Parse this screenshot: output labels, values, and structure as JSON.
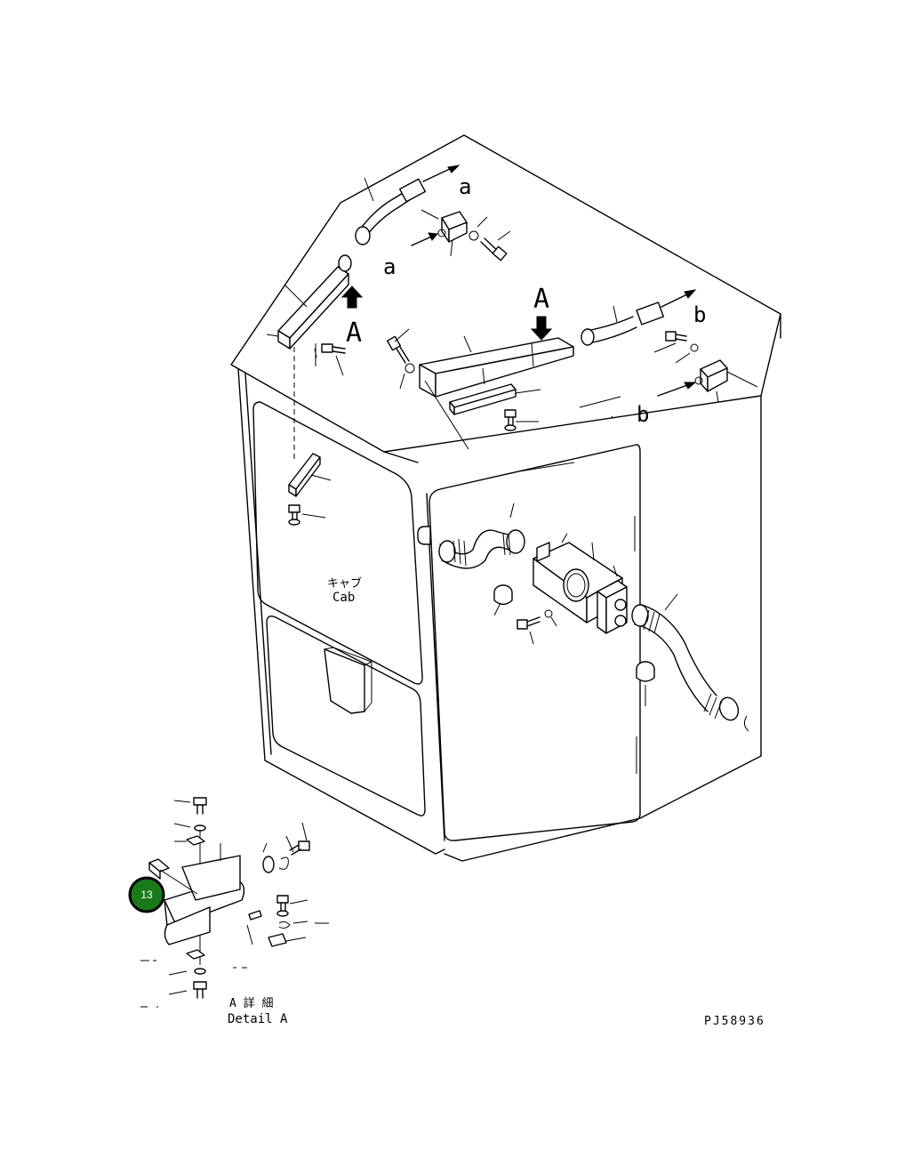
{
  "labels": {
    "a_top": "a",
    "a_mid": "a",
    "A_left": "A",
    "A_right": "A",
    "b_top": "b",
    "b_mid": "b",
    "cab_jp": "キャブ",
    "cab_en": "Cab",
    "detail_jp": "A 詳 細",
    "detail_en": "Detail A",
    "drawing_no": "PJ58936"
  },
  "callouts": [
    {
      "number": "13",
      "color": "#1a7a1a",
      "border": "#000000"
    }
  ],
  "icons": {
    "arrow_up": "arrow-up-icon",
    "arrow_down": "arrow-down-icon"
  }
}
